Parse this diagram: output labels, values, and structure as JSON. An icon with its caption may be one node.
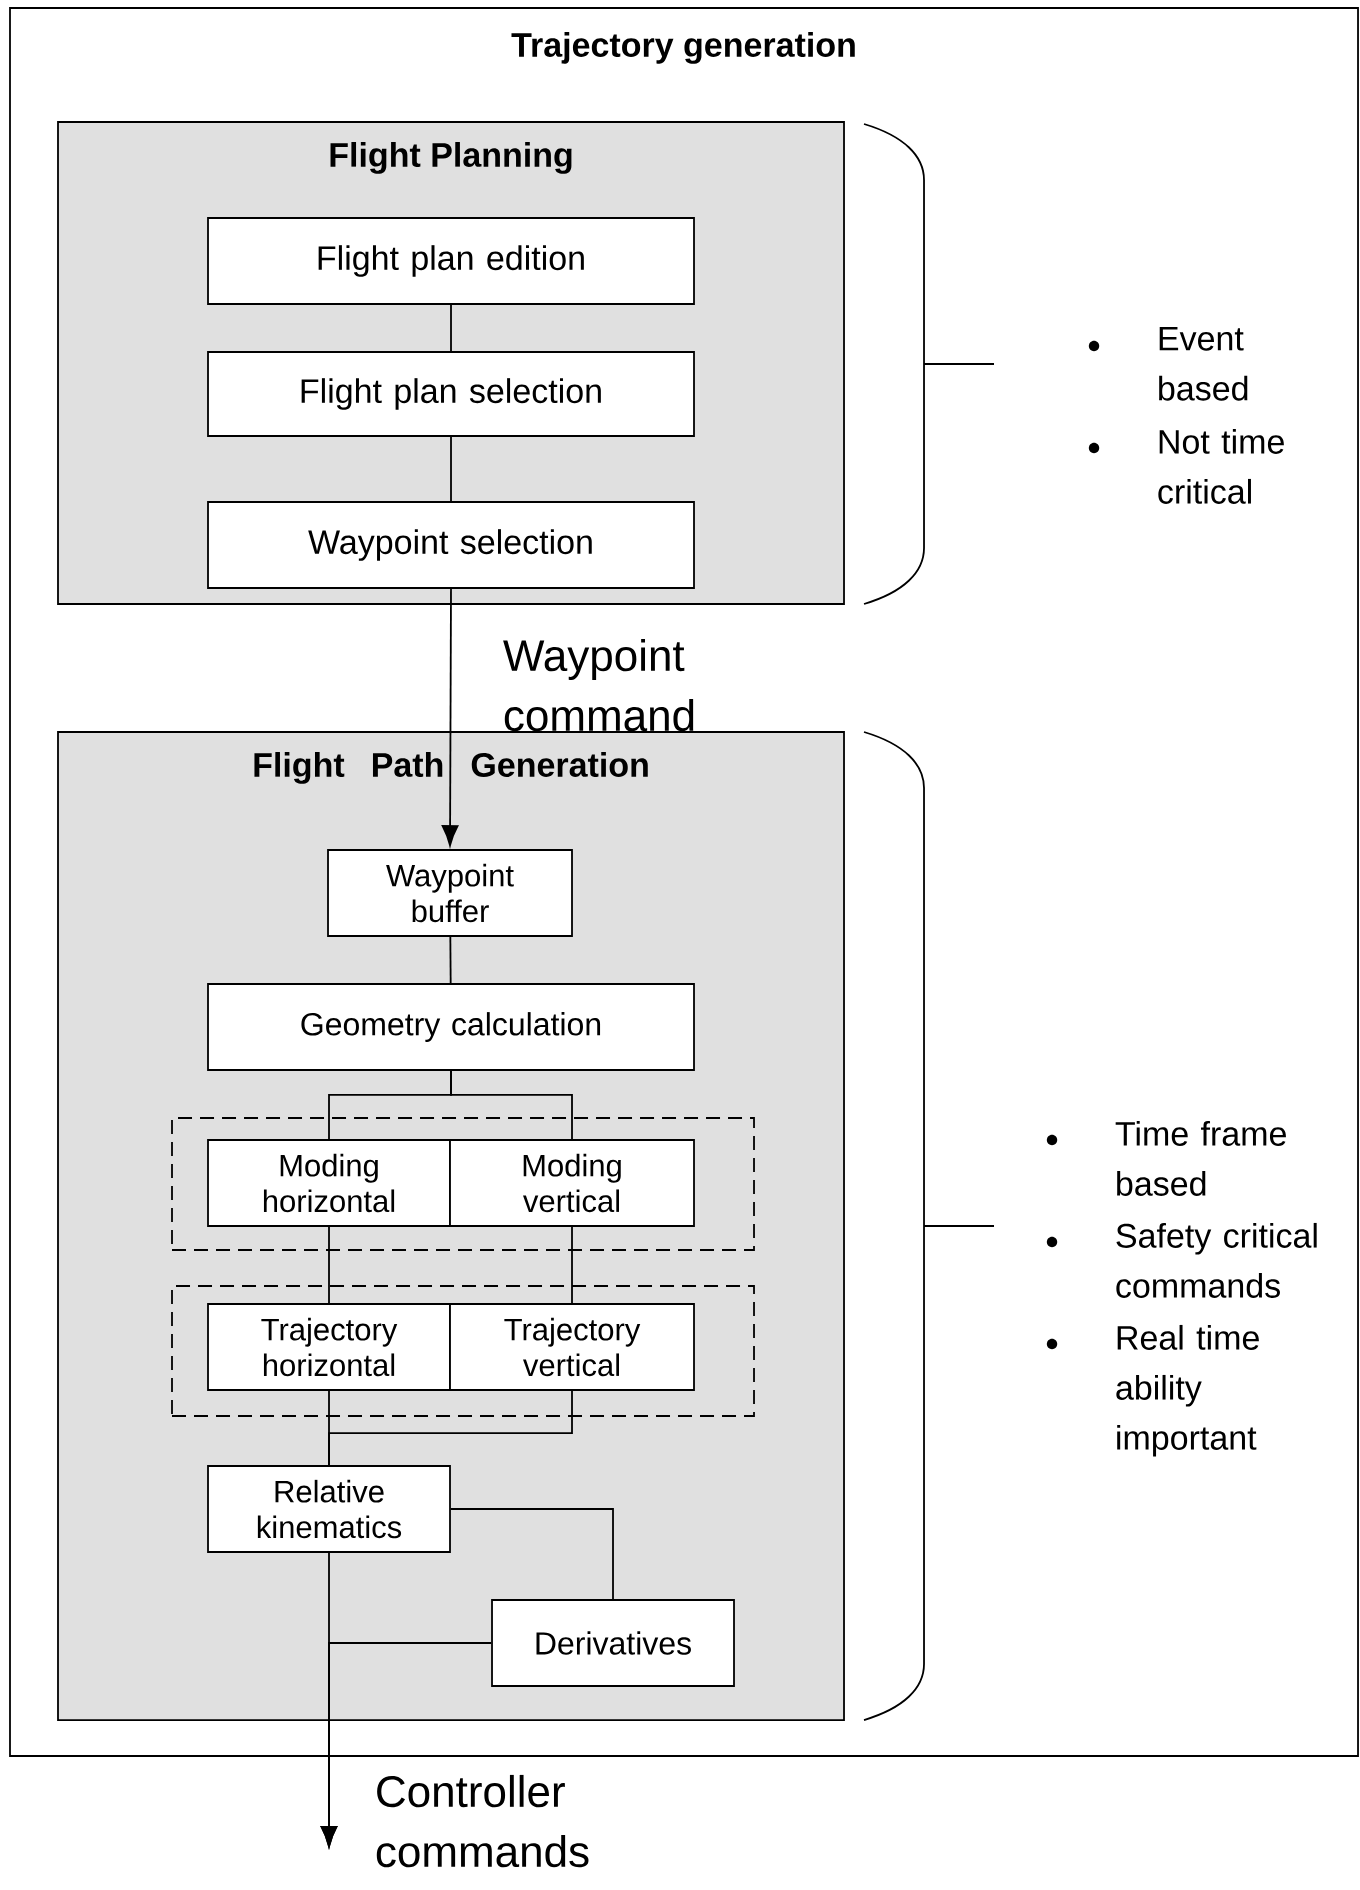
{
  "diagram": {
    "nodes": [
      {
        "text": [
          "Trajectory generation"
        ]
      },
      {
        "text": [
          "Flight Planning"
        ],
        "in": 0
      },
      {
        "text": [
          "Flight plan edition"
        ],
        "in": 1
      },
      {
        "text": [
          "Flight plan selection"
        ],
        "in": 1
      },
      {
        "text": [
          "Waypoint selection"
        ],
        "in": 1
      },
      {
        "text": [
          "Flight Path Generation"
        ],
        "in": 0
      },
      {
        "text": [
          "Waypoint buffer"
        ],
        "in": 5
      },
      {
        "text": [
          "Geometry calculation"
        ],
        "in": 5
      },
      {
        "text": [],
        "shape": "box",
        "in": 5
      },
      {
        "text": [
          "Moding horizontal"
        ],
        "in": 8
      },
      {
        "text": [
          "Moding vertical"
        ],
        "in": 8
      },
      {
        "text": [],
        "shape": "box",
        "in": 5
      },
      {
        "text": [
          "Trajectory horizontal"
        ],
        "in": 11
      },
      {
        "text": [
          "Trajectory vertical"
        ],
        "in": 11
      },
      {
        "text": [
          "Relative kinematics"
        ],
        "in": 5
      },
      {
        "text": [
          "Derivatives"
        ],
        "in": 5
      }
    ],
    "edges": [
      {
        "from": 2,
        "to": 3,
        "arrow": "none"
      },
      {
        "from": 3,
        "to": 4,
        "arrow": "none"
      },
      {
        "from": 4,
        "to": 6,
        "arrow": "to",
        "label": "Waypoint command"
      },
      {
        "from": 6,
        "to": 7,
        "arrow": "none"
      },
      {
        "from": 7,
        "to": 9,
        "arrow": "none"
      },
      {
        "from": 7,
        "to": 10,
        "arrow": "none"
      },
      {
        "from": 9,
        "to": 12,
        "arrow": "none"
      },
      {
        "from": 10,
        "to": 13,
        "arrow": "none"
      },
      {
        "from": 12,
        "to": 14,
        "arrow": "none"
      },
      {
        "from": 13,
        "to": 14,
        "arrow": "none"
      },
      {
        "from": 14,
        "to": 15,
        "arrow": "none"
      },
      {
        "from": 14,
        "to": null,
        "arrow": "to",
        "label": "Controller commands"
      },
      {
        "from": 15,
        "to": null,
        "arrow": "to"
      }
    ],
    "labels": [
      "Event based",
      "Not time critical",
      "Time frame based",
      "Safety critical commands",
      "Real time ability important"
    ]
  }
}
